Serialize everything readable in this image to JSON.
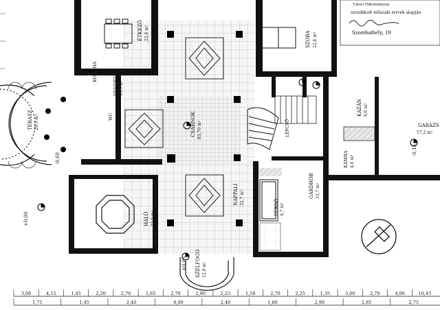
{
  "stamp": {
    "line1": "szrudákolt műszaki tervek alapján",
    "line2": "Szombathely, 19",
    "approval_note": "Városi Önkormányzat"
  },
  "rooms": [
    {
      "key": "dining",
      "label": "ÉTKEZŐ",
      "area": "22,6 m²"
    },
    {
      "key": "kitchen",
      "label": "KONYHA",
      "area": ""
    },
    {
      "key": "bedroom_upper",
      "label": "SZOBA",
      "area": "22,6 m²"
    },
    {
      "key": "wc",
      "label": "WC",
      "area": ""
    },
    {
      "key": "hall",
      "label": "CSARNOK",
      "area": "83,70 m²"
    },
    {
      "key": "terrace",
      "label": "TERASZ",
      "area": "29,5 m²"
    },
    {
      "key": "living",
      "label": "NAPPALI",
      "area": "32,7 m²"
    },
    {
      "key": "stair",
      "label": "LÉPCSŐ",
      "area": ""
    },
    {
      "key": "garage",
      "label": "GARÁZS",
      "area": "57,2 m²"
    },
    {
      "key": "corridor",
      "label": "KAZÁN",
      "area": "9,0 m²"
    },
    {
      "key": "bath",
      "label": "FÜRDŐ",
      "area": "4,7 m²"
    },
    {
      "key": "dressing",
      "label": "GARDRÓB",
      "area": "15,7 m²"
    },
    {
      "key": "pantry",
      "label": "KAMRA",
      "area": "4,6 m²"
    },
    {
      "key": "vestibule",
      "label": "SZÉLFOGÓ",
      "area": "12,9 m²"
    },
    {
      "key": "guest",
      "label": "VENDÉG",
      "area": "13,5 m²"
    },
    {
      "key": "bedroom_lower",
      "label": "HÁLÓ",
      "area": "25,0 m²"
    }
  ],
  "elevations": [
    "+0,00",
    "-0,15",
    "+0,05",
    "-0,60"
  ],
  "dimensions_bottom": [
    "3,00",
    "4,15",
    "1,45",
    "2,20",
    "2,70",
    "1,65",
    "2,70",
    "2,80",
    "2,25",
    "1,50",
    "2,70",
    "2,25",
    "1,35",
    "3,00",
    "2,70",
    "4,00",
    "10,45"
  ],
  "dimensions_bottom_row2": [
    "1,75",
    "1,45",
    "2,40",
    "6,00",
    "2,40",
    "1,80",
    "2,90",
    "2,85",
    "2,75"
  ]
}
